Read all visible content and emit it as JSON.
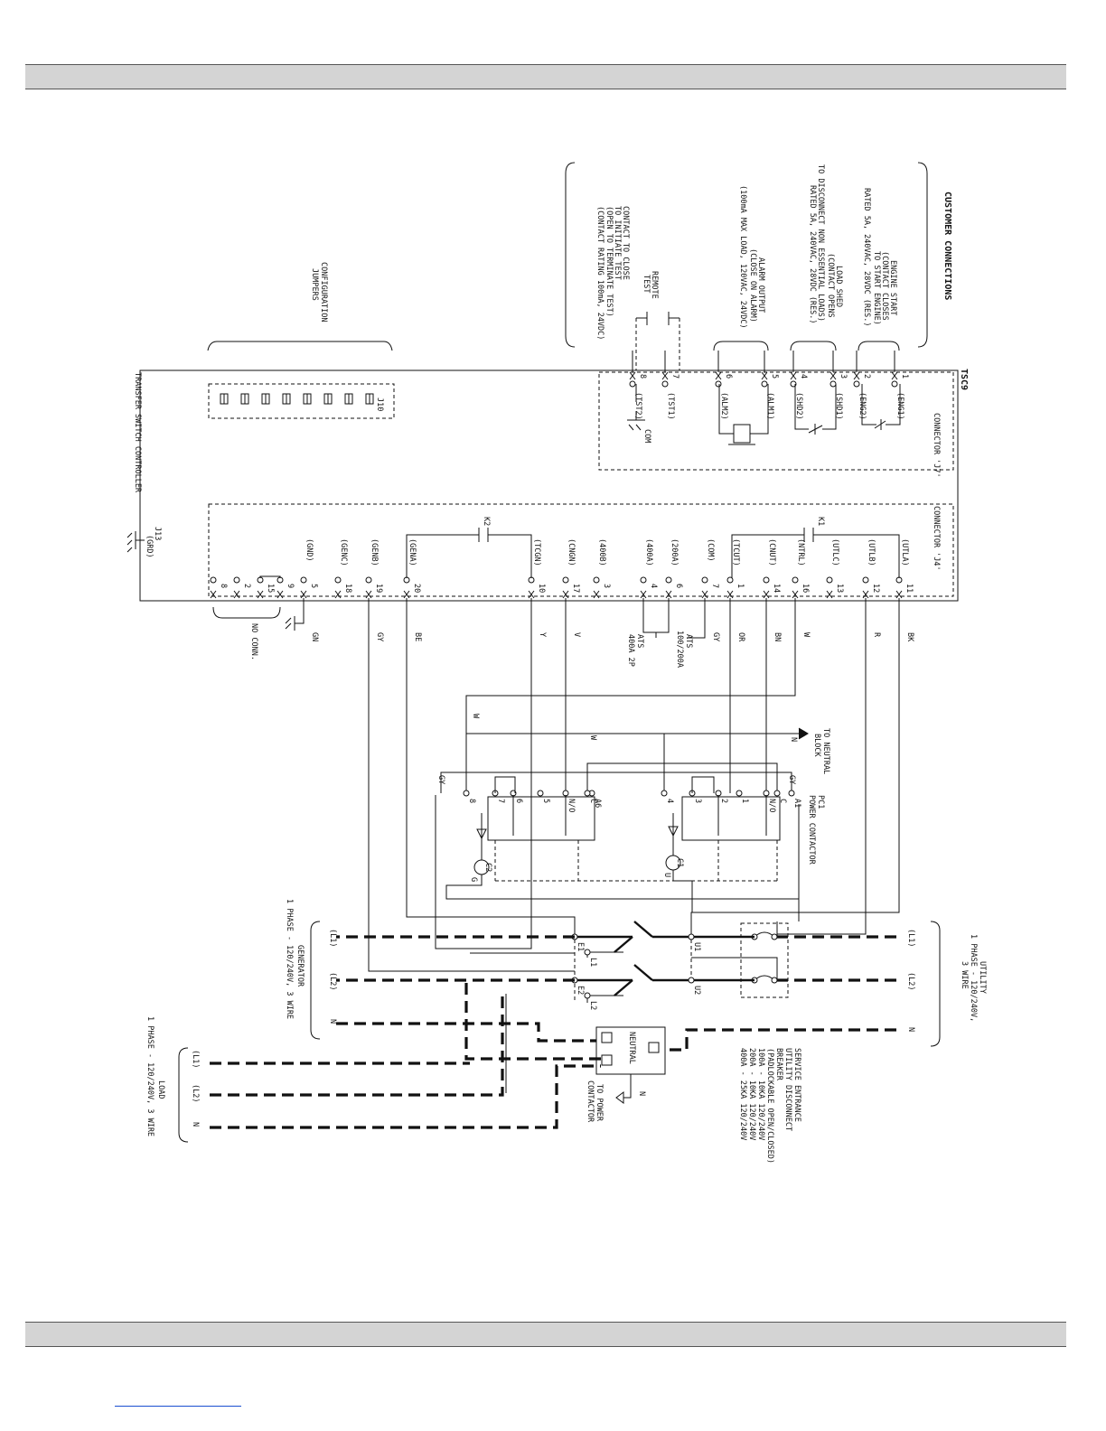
{
  "diagram": {
    "controller": {
      "name": "TSC9",
      "title": "TRANSFER SWITCH CONTROLLER",
      "connector_j7": "CONNECTOR 'J7'",
      "connector_j4": "CONNECTOR 'J4'",
      "jumper_block": "J10",
      "ground_connector": "J13",
      "ground_signal": "(GRD)"
    },
    "config_jumpers": [
      "CONFIGURATION",
      "JUMPERS"
    ],
    "customer_connections": {
      "heading": "CUSTOMER CONNECTIONS",
      "engine_start": [
        "ENGINE START",
        "(CONTACT CLOSES",
        "TO START ENGINE)",
        "RATED 5A, 240VAC, 28VDC (RES.)"
      ],
      "load_shed": [
        "LOAD SHED",
        "(CONTACT OPENS",
        "TO DISCONNECT NON ESSENTIAL LOADS)",
        "RATED 5A, 240VAC, 28VDC (RES.)"
      ],
      "alarm_output": [
        "ALARM OUTPUT",
        "(CLOSE ON ALARM)",
        "(100mA MAX LOAD, 120VAC, 24VDC)"
      ],
      "remote_test": [
        "REMOTE",
        "TEST"
      ],
      "test_contact": [
        "CONTACT TO CLOSE",
        "TO INITIATE TEST",
        "(OPEN TO TERMINATE TEST)",
        "(CONTACT RATING 100mA, 24VDC)"
      ]
    },
    "j7_pins": [
      {
        "num": "1",
        "signal": "(ENG1)"
      },
      {
        "num": "2",
        "signal": "(ENG2)"
      },
      {
        "num": "3",
        "signal": "(SHD1)"
      },
      {
        "num": "4",
        "signal": "(SHD2)"
      },
      {
        "num": "5",
        "signal": "(ALM1)"
      },
      {
        "num": "6",
        "signal": "(ALM2)"
      },
      {
        "num": "7",
        "signal": "(TST1)"
      },
      {
        "num": "8",
        "signal": "(TST2)"
      }
    ],
    "com_label": "COM",
    "j4_pins": [
      {
        "num": "11",
        "signal": "(UTLA)",
        "wire": "BK"
      },
      {
        "num": "12",
        "signal": "(UTLB)",
        "wire": "R"
      },
      {
        "num": "13",
        "signal": "(UTLC)",
        "wire": ""
      },
      {
        "num": "16",
        "signal": "(NTRL)",
        "wire": "W"
      },
      {
        "num": "14",
        "signal": "(CNUT)",
        "wire": "BN"
      },
      {
        "num": "1",
        "signal": "(TCUT)",
        "wire": "OR"
      },
      {
        "num": "7",
        "signal": "(COM)",
        "wire": "GY"
      },
      {
        "num": "6",
        "signal": "(200A)",
        "wire": ""
      },
      {
        "num": "4",
        "signal": "(400A)",
        "wire": ""
      },
      {
        "num": "3",
        "signal": "(400B)",
        "wire": ""
      },
      {
        "num": "17",
        "signal": "(CNGN)",
        "wire": "V"
      },
      {
        "num": "10",
        "signal": "(TCGN)",
        "wire": "Y"
      },
      {
        "num": "20",
        "signal": "(GENA)",
        "wire": "BE"
      },
      {
        "num": "19",
        "signal": "(GENB)",
        "wire": "GY"
      },
      {
        "num": "18",
        "signal": "(GENC)",
        "wire": ""
      },
      {
        "num": "5",
        "signal": "(GND)",
        "wire": "GN"
      },
      {
        "num": "9",
        "signal": "",
        "wire": ""
      },
      {
        "num": "15",
        "signal": "",
        "wire": ""
      },
      {
        "num": "2",
        "signal": "",
        "wire": ""
      },
      {
        "num": "8",
        "signal": "",
        "wire": ""
      }
    ],
    "relays": [
      "K1",
      "K2"
    ],
    "ats_notes": [
      [
        "ATS",
        "100/200A"
      ],
      [
        "ATS",
        "400A 2P"
      ]
    ],
    "no_conn": "NO CONN.",
    "to_neutral_block": [
      "TO NEUTRAL",
      "BLOCK"
    ],
    "neutral_n": "N",
    "wire_w": "W",
    "wire_gy": "GY",
    "power_contactor": {
      "title": [
        "PC1",
        "POWER CONTACTOR"
      ],
      "terms_upper": [
        "A1",
        "C",
        "N/O",
        "1",
        "2",
        "3",
        "4"
      ],
      "terms_lower": [
        "A6",
        "C",
        "N/O",
        "5",
        "6",
        "7",
        "8"
      ],
      "coils": [
        "C1",
        "C2"
      ],
      "coil_letters": [
        "U",
        "G"
      ]
    },
    "switch_terms": [
      "U1",
      "U2",
      "E1",
      "E2",
      "L1",
      "L2"
    ],
    "utility": {
      "title": [
        "UTILITY",
        "1 PHASE - 120/240V,",
        "3 WIRE"
      ],
      "lines": [
        "(L1)",
        "(L2)",
        "N"
      ]
    },
    "generator": {
      "title": [
        "GENERATOR",
        "1 PHASE - 120/240V, 3 WIRE"
      ],
      "lines": [
        "(L1)",
        "(L2)",
        "N"
      ]
    },
    "load": {
      "title": [
        "LOAD",
        "1 PHASE - 120/240V, 3 WIRE"
      ],
      "lines": [
        "(L1)",
        "(L2)",
        "N"
      ]
    },
    "neutral_block": {
      "label": "NEUTRAL",
      "to_power": [
        "TO POWER",
        "CONTACTOR"
      ]
    },
    "service_entrance": [
      "SERVICE ENTRANCE",
      "UTILITY DISCONNECT",
      "BREAKER",
      "(PADLOCKABLE OPEN/CLOSED)",
      "100A - 10KA 120/240V",
      "200A - 10KA 120/240V",
      "400A - 25KA 120/240V"
    ]
  }
}
